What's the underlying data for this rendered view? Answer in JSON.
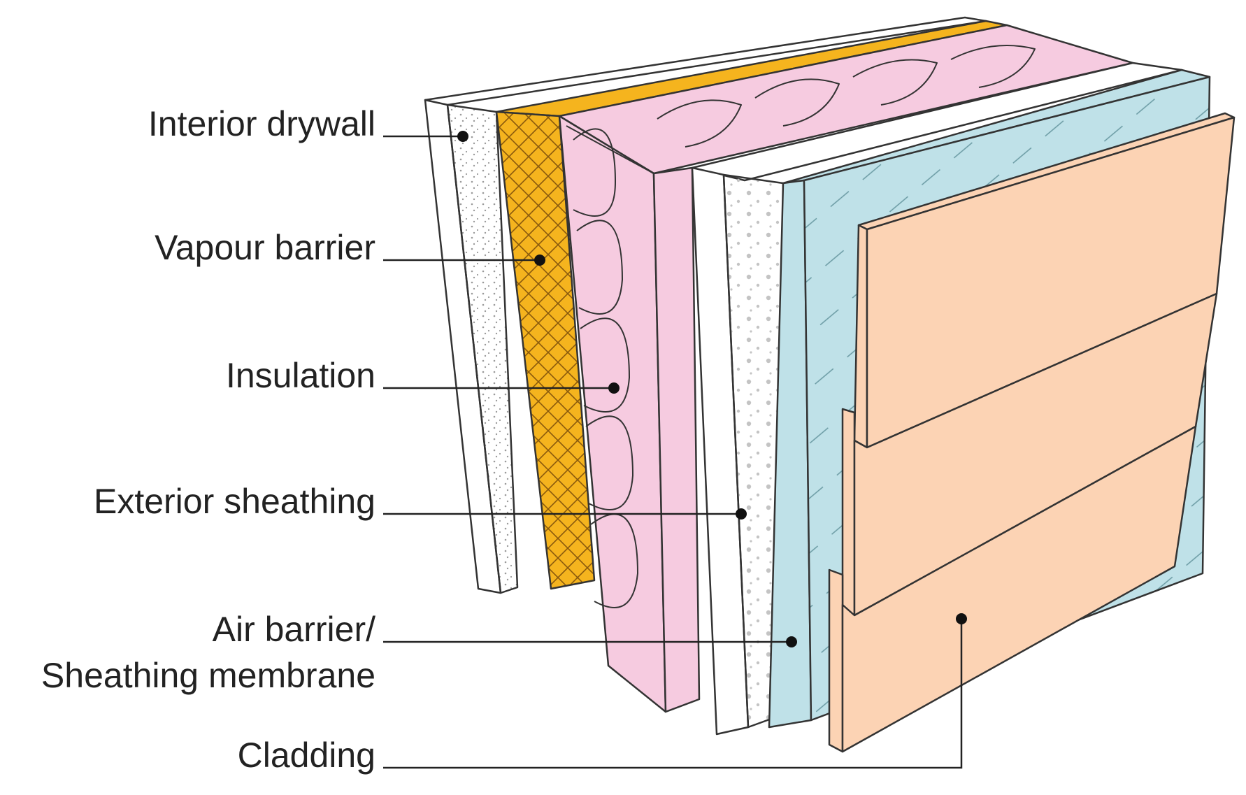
{
  "labels": {
    "interior_drywall": "Interior drywall",
    "vapour_barrier": "Vapour barrier",
    "insulation": "Insulation",
    "exterior_sheathing": "Exterior sheathing",
    "air_barrier_line1": "Air barrier/",
    "air_barrier_line2": "Sheathing membrane",
    "cladding": "Cladding"
  },
  "colors": {
    "vapour_barrier": "#f5b41e",
    "insulation": "#f6cbe0",
    "air_barrier": "#bfe1e8",
    "cladding": "#fcd3b4",
    "outline": "#333333"
  }
}
